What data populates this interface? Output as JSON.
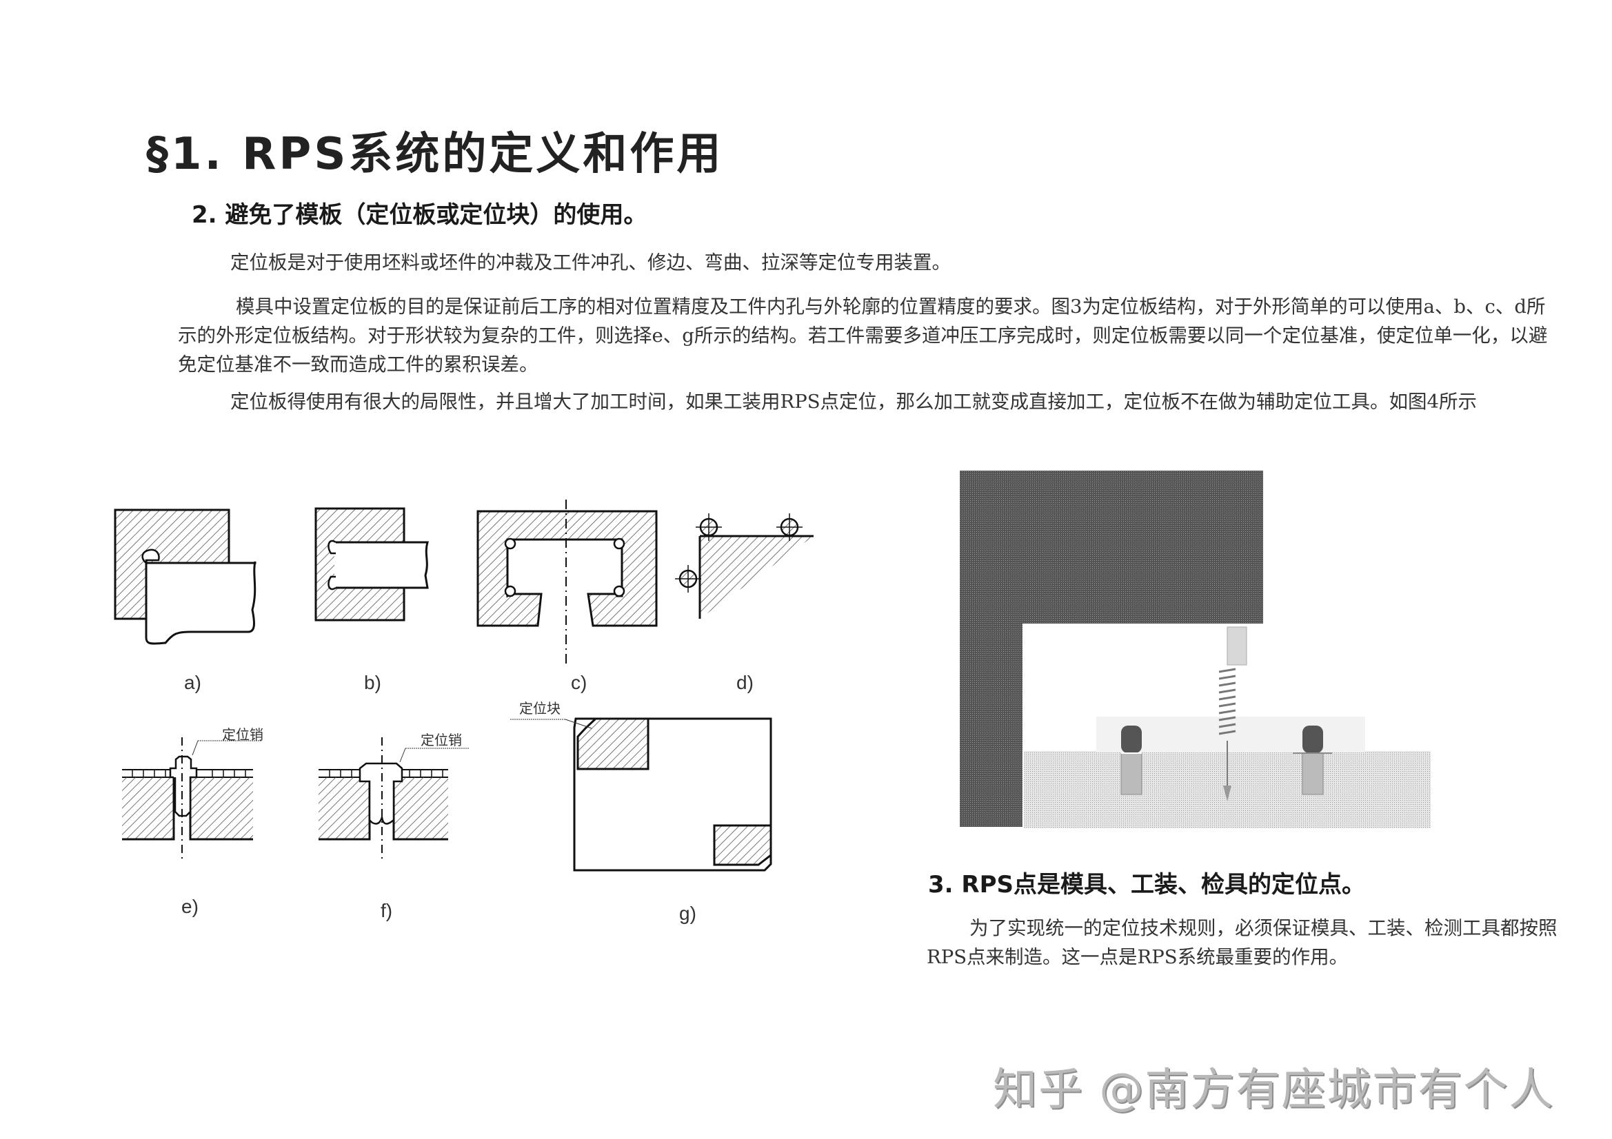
{
  "page": {
    "title": "§1. RPS系统的定义和作用",
    "section2": {
      "heading": "2. 避免了模板（定位板或定位块）的使用。",
      "paragraphs": [
        "定位板是对于使用坯料或坯件的冲裁及工件冲孔、修边、弯曲、拉深等定位专用装置。",
        "模具中设置定位板的目的是保证前后工序的相对位置精度及工件内孔与外轮廓的位置精度的要求。图3为定位板结构，对于外形简单的可以使用a、b、c、d所示的外形定位板结构。对于形状较为复杂的工件，则选择e、g所示的结构。若工件需要多道冲压工序完成时，则定位板需要以同一个定位基准，使定位单一化，以避免定位基准不一致而造成工件的累积误差。",
        "定位板得使用有很大的局限性，并且增大了加工时间，如果工装用RPS点定位，那么加工就变成直接加工，定位板不在做为辅助定位工具。如图4所示"
      ]
    },
    "figure3": {
      "labels": [
        "a)",
        "b)",
        "c)",
        "d)",
        "e)",
        "f)",
        "g)"
      ],
      "callouts": {
        "e": "定位销",
        "f": "定位销",
        "g": "定位块"
      }
    },
    "section3": {
      "heading": "3. RPS点是模具、工装、检具的定位点。",
      "paragraph": "为了实现统一的定位技术规则，必须保证模具、工装、检测工具都按照RPS点来制造。这一点是RPS系统最重要的作用。"
    },
    "watermark": "知乎 @南方有座城市有个人",
    "colors": {
      "text": "#1a1a1a",
      "hatch": "#555555",
      "fixture_dark": "#4a4a4a",
      "base_gray": "#dcdcdc",
      "watermark": "#b9b9b9"
    }
  }
}
